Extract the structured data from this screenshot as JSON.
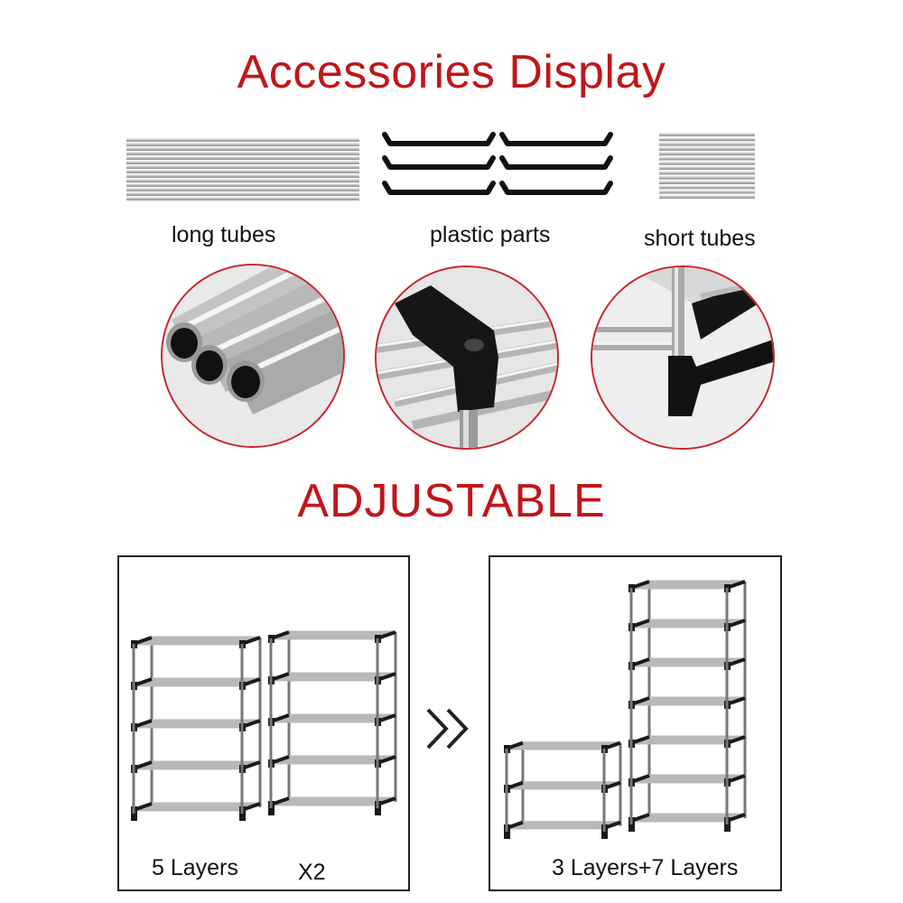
{
  "heading": {
    "accessories": "Accessories Display",
    "adjustable": "ADJUSTABLE"
  },
  "parts": {
    "long_tubes": "long tubes",
    "plastic_parts": "plastic parts",
    "short_tubes": "short tubes"
  },
  "configs": {
    "left_layers": "5 Layers",
    "left_multiplier": "X2",
    "right_layers": "3 Layers+7 Layers"
  },
  "colors": {
    "accent": "#c0161b",
    "circle_border": "#c8242b"
  },
  "icons": {
    "arrows": "double-chevron-right-icon"
  }
}
